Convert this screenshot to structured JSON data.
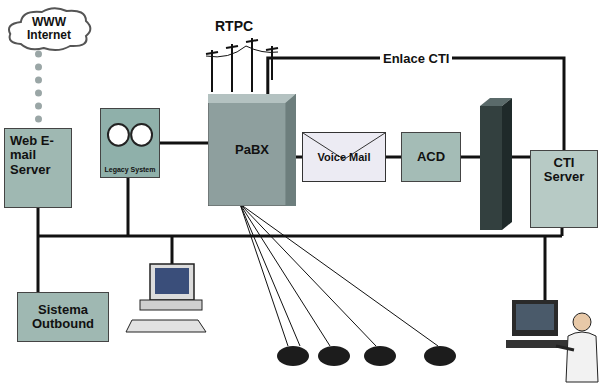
{
  "diagram": {
    "nodes": [
      {
        "text": [
          "WWW Internet"
        ]
      },
      {
        "text": [
          "Web E-mail Server"
        ]
      },
      {
        "text": [
          "Legacy System"
        ]
      },
      {
        "text": [
          "PaBX"
        ]
      },
      {
        "text": [
          "Voice Mail"
        ]
      },
      {
        "text": [
          "ACD"
        ]
      },
      {
        "text": [
          "CTI Server"
        ]
      },
      {
        "text": [
          "Sistema Outbound"
        ]
      }
    ],
    "edges": [
      {
        "from": 0,
        "to": 1,
        "arrow": "none"
      },
      {
        "from": 2,
        "to": 3,
        "arrow": "none"
      },
      {
        "from": 3,
        "to": 4,
        "arrow": "none"
      },
      {
        "from": 4,
        "to": 5,
        "arrow": "none"
      },
      {
        "from": 3,
        "to": 6,
        "label": "Enlace CTI",
        "arrow": "none"
      }
    ],
    "labels": [
      "RTPC"
    ]
  }
}
